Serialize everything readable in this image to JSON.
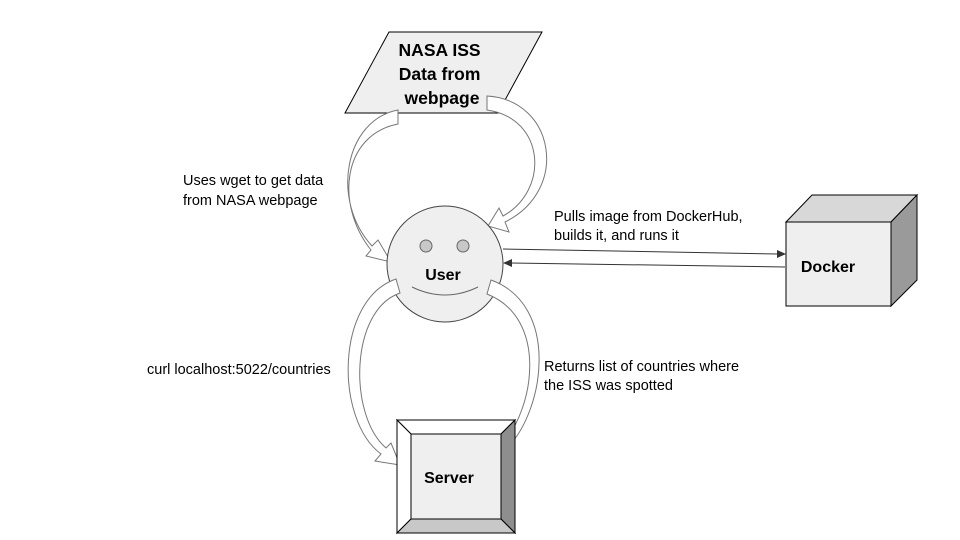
{
  "nodes": {
    "nasa_data": {
      "lines": [
        "NASA ISS",
        "Data from",
        "webpage"
      ]
    },
    "user": {
      "label": "User"
    },
    "docker": {
      "label": "Docker"
    },
    "server": {
      "label": "Server"
    }
  },
  "edges": {
    "wget": {
      "lines": [
        "Uses wget to get data",
        "from NASA webpage"
      ]
    },
    "docker_pull": {
      "lines": [
        "Pulls image from DockerHub,",
        "builds it, and runs it"
      ]
    },
    "curl": {
      "lines": [
        "curl localhost:5022/countries"
      ]
    },
    "returns": {
      "lines": [
        "Returns list of countries where",
        "the ISS was spotted"
      ]
    }
  },
  "colors": {
    "shape_fill": "#efefef",
    "shape_dark": "#9a9a9a",
    "shape_mid": "#c8c8c8",
    "stroke": "#000000"
  }
}
